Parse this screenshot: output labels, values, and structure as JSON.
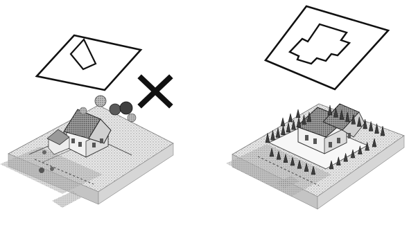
{
  "panels": [
    {
      "id": "left",
      "plan": "irregular-site-plan",
      "model": "detached-house-with-trees",
      "verdict": "cross-icon"
    },
    {
      "id": "right",
      "plan": "stepped-building-footprint",
      "model": "courtyard-building-with-tree-rows",
      "verdict": null
    }
  ],
  "colors": {
    "ink": "#111111",
    "ground_light": "#e9e9e9",
    "ground_mid": "#cfcfcf",
    "ground_dark": "#a9a9a9",
    "paper": "#ffffff"
  }
}
